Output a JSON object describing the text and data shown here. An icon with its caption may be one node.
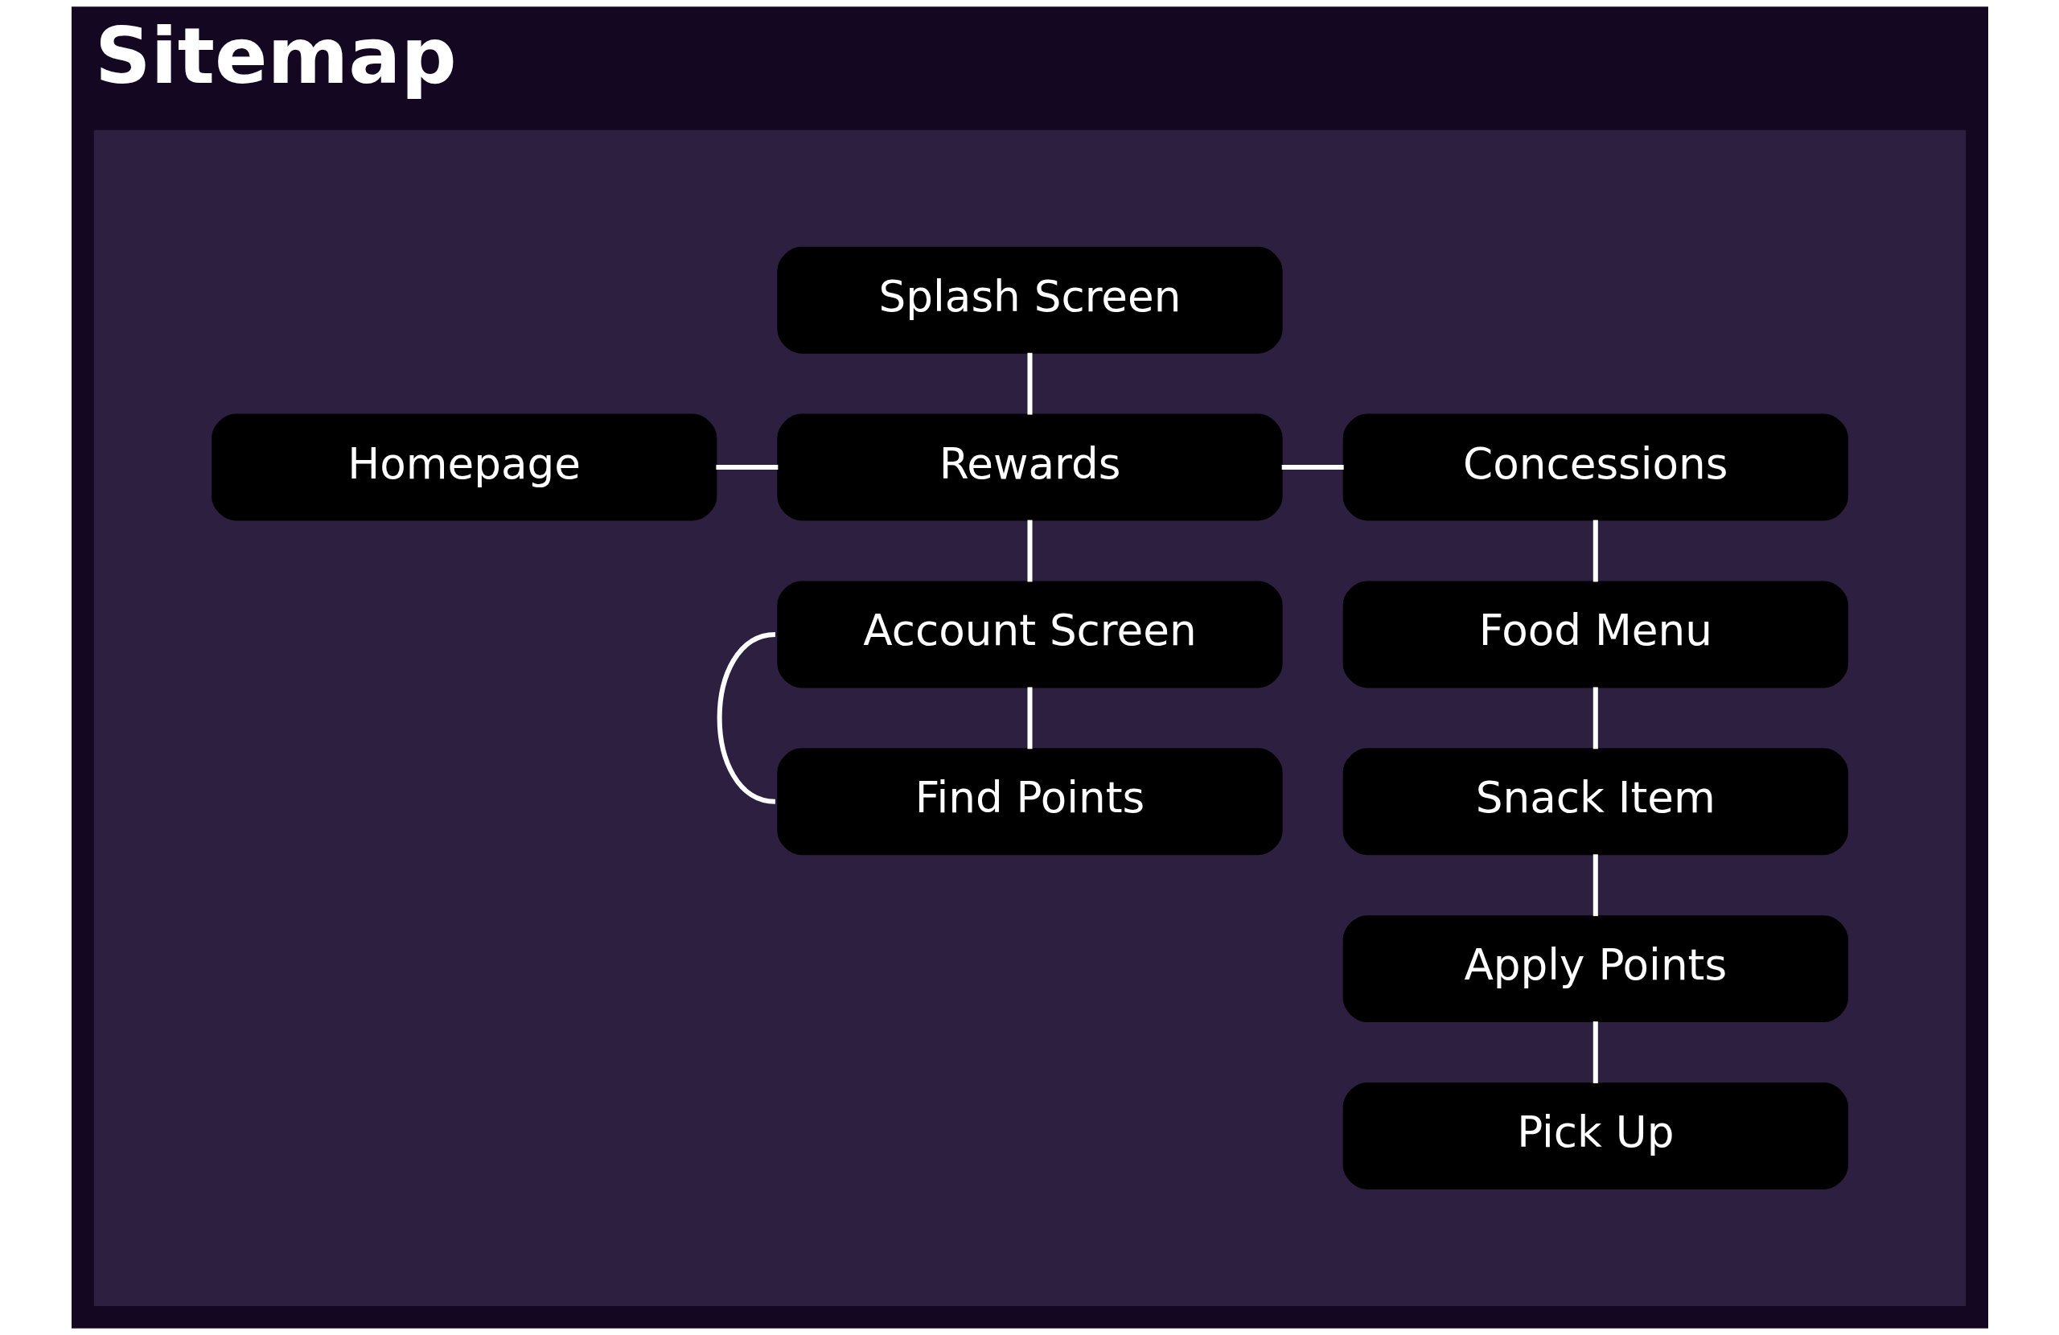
{
  "diagram": {
    "title": "Sitemap",
    "nodes": [
      {
        "text": [],
        "shape": "box"
      },
      {
        "text": [
          "Splash Screen"
        ],
        "in": 0
      },
      {
        "text": [
          "Homepage"
        ],
        "in": 0
      },
      {
        "text": [
          "Rewards"
        ],
        "in": 0
      },
      {
        "text": [
          "Concessions"
        ],
        "in": 0
      },
      {
        "text": [
          "Account Screen"
        ],
        "in": 0
      },
      {
        "text": [
          "Food Menu"
        ],
        "in": 0
      },
      {
        "text": [
          "Find Points"
        ],
        "in": 0
      },
      {
        "text": [
          "Snack Item"
        ],
        "in": 0
      },
      {
        "text": [
          "Apply Points"
        ],
        "in": 0
      },
      {
        "text": [
          "Pick Up"
        ],
        "in": 0
      }
    ],
    "edges": [
      {
        "from": 1,
        "to": 3,
        "arrow": "none"
      },
      {
        "from": 2,
        "to": 3,
        "arrow": "none"
      },
      {
        "from": 3,
        "to": 4,
        "arrow": "none"
      },
      {
        "from": 3,
        "to": 5,
        "arrow": "none"
      },
      {
        "from": 4,
        "to": 6,
        "arrow": "none"
      },
      {
        "from": 5,
        "to": 7,
        "arrow": "none"
      },
      {
        "from": 5,
        "to": 7,
        "arrow": "none"
      },
      {
        "from": 6,
        "to": 8,
        "arrow": "none"
      },
      {
        "from": 8,
        "to": 9,
        "arrow": "none"
      },
      {
        "from": 9,
        "to": 10,
        "arrow": "none"
      }
    ]
  }
}
